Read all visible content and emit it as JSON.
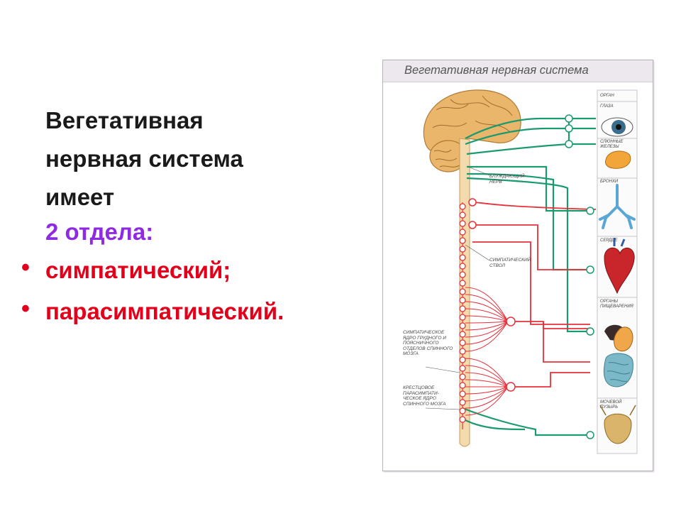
{
  "slide": {
    "heading_lines": [
      "Вегетативная",
      "нервная система",
      "имеет"
    ],
    "subheading": "2 отдела:",
    "bullets": [
      "симпатический;",
      "парасимпатический."
    ],
    "colors": {
      "heading": "#1a1a1a",
      "subheading": "#8e2be2",
      "bullets": "#e3001b"
    }
  },
  "figure": {
    "title": "Вегетативная нервная система",
    "organ_column_header": "орган",
    "organs": [
      {
        "label": "глаза",
        "icon": "eye-icon"
      },
      {
        "label": "слюнные железы",
        "icon": "salivary-gland-icon"
      },
      {
        "label": "бронхи",
        "icon": "bronchi-icon"
      },
      {
        "label": "сердце",
        "icon": "heart-icon"
      },
      {
        "label": "органы пищеварения",
        "icon": "digestive-organs-icon"
      },
      {
        "label": "мочевой пузырь",
        "icon": "bladder-icon"
      }
    ],
    "labels": {
      "vagus": "блуждающий нерв",
      "sympathetic_trunk": "симпатический ствол",
      "sympathetic_nucleus": "симпатическое ядро грудного и поясничного отделов спинного мозга",
      "sacral_parasympathetic": "крестцовое парасимпати-ческое ядро спинного мозга"
    },
    "colors": {
      "sympathetic": "#e8303a",
      "parasympathetic": "#1a9a6e",
      "brain": "#e8b26a",
      "spine": "#f2d8a8"
    }
  }
}
